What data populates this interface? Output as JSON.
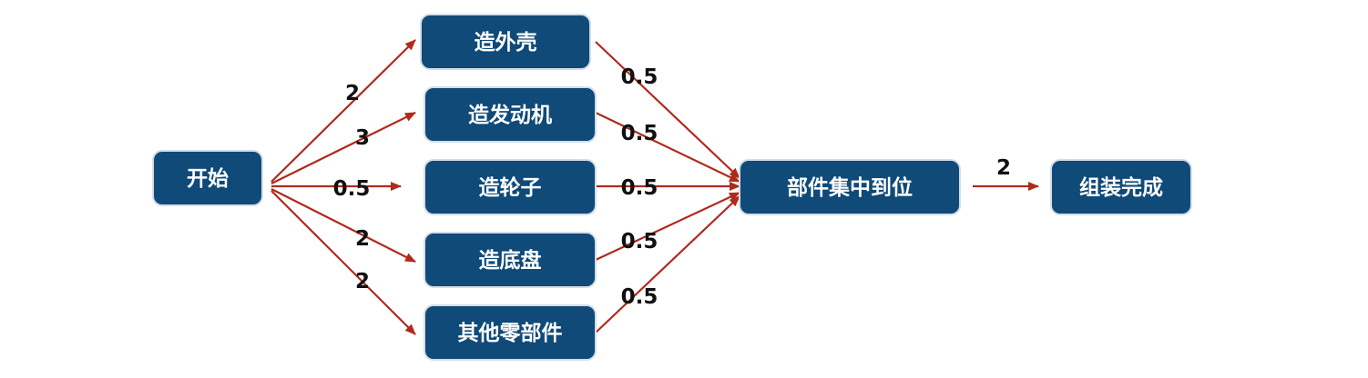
{
  "diagram": {
    "nodes": {
      "start": "开始",
      "shell": "造外壳",
      "engine": "造发动机",
      "wheels": "造轮子",
      "chassis": "造底盘",
      "other": "其他零部件",
      "gather": "部件集中到位",
      "done": "组装完成"
    },
    "edges": {
      "start_shell": "2",
      "start_engine": "3",
      "start_wheels": "0.5",
      "start_chassis": "2",
      "start_other": "2",
      "shell_gather": "0.5",
      "engine_gather": "0.5",
      "wheels_gather": "0.5",
      "chassis_gather": "0.5",
      "other_gather": "0.5",
      "gather_done": "2"
    },
    "colors": {
      "node_fill": "#0f4a79",
      "edge": "#b02a1c",
      "text_on_node": "#ffffff",
      "edge_label": "#111111"
    }
  }
}
